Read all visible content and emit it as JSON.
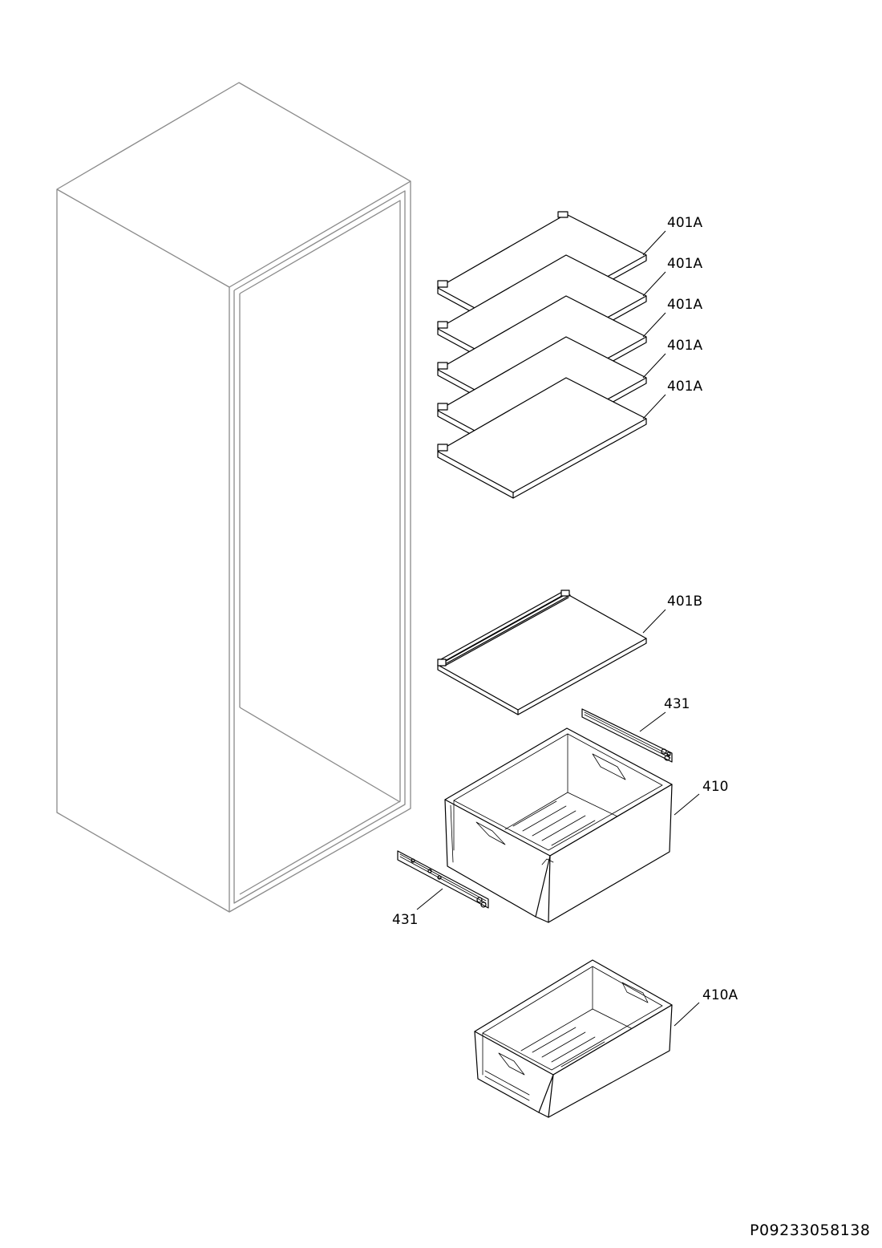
{
  "callouts": {
    "shelf_1": "401A",
    "shelf_2": "401A",
    "shelf_3": "401A",
    "shelf_4": "401A",
    "shelf_5": "401A",
    "shelf_b": "401B",
    "rail_right": "431",
    "rail_left": "431",
    "drawer": "410",
    "drawer_lower": "410A"
  },
  "document_id": "P09233058138"
}
